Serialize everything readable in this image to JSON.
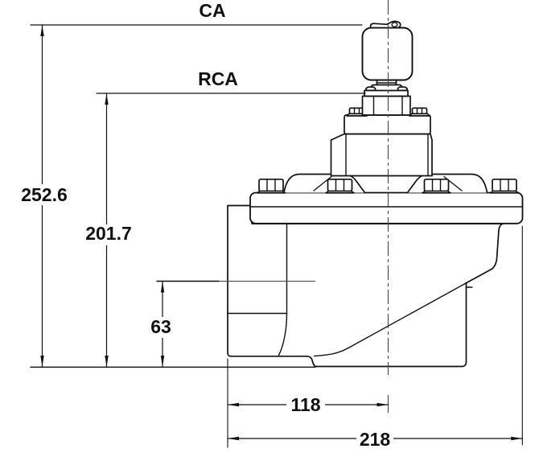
{
  "drawing": {
    "kind": "technical-dimension-drawing",
    "dimensions": {
      "ca": "CA",
      "rca": "RCA",
      "total_height": "252.6",
      "rca_height": "201.7",
      "port_center_height": "63",
      "center_to_inlet_face": "118",
      "overall_length": "218"
    },
    "colors": {
      "line": "#111111",
      "centerline": "#444444",
      "background": "#ffffff"
    }
  }
}
